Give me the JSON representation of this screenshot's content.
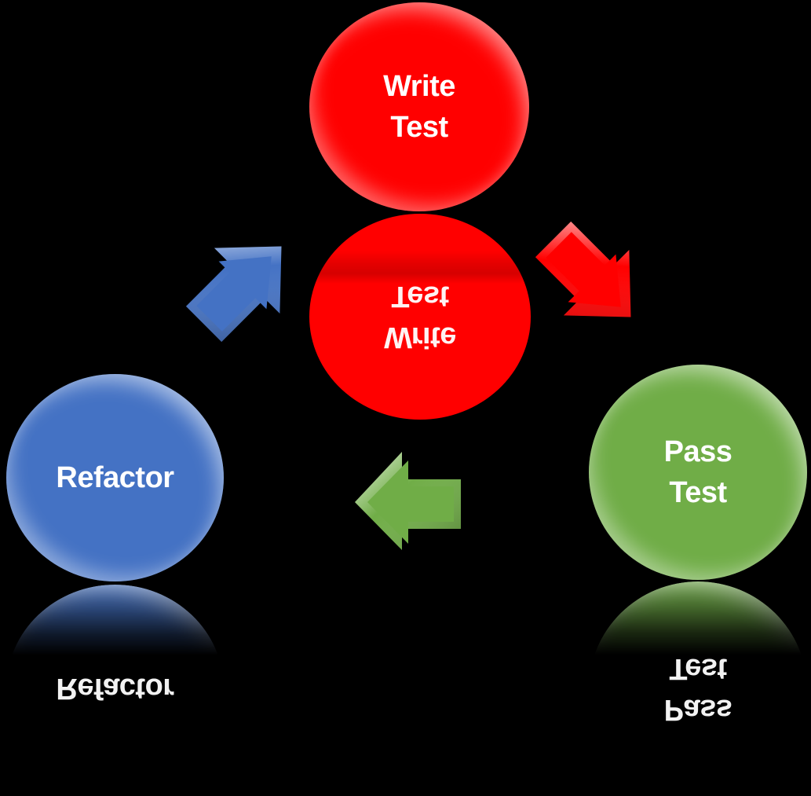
{
  "diagram": {
    "type": "cycle",
    "background_color": "#000000",
    "text_color": "#FFFFFF",
    "nodes": [
      {
        "id": "write-test",
        "lines": [
          "Write",
          "Test"
        ],
        "color": "#FF0000",
        "shape": "circle",
        "reflection": true
      },
      {
        "id": "pass-test",
        "lines": [
          "Pass",
          "Test"
        ],
        "color": "#70AD47",
        "shape": "circle",
        "reflection": true
      },
      {
        "id": "refactor",
        "lines": [
          "Refactor"
        ],
        "color": "#4472C4",
        "shape": "circle",
        "reflection": true
      }
    ],
    "arrows": [
      {
        "id": "refactor-to-write-test",
        "direction": "up-right",
        "color": "#4472C4"
      },
      {
        "id": "write-test-to-pass-test",
        "direction": "down-right",
        "color": "#FF0000"
      },
      {
        "id": "pass-test-to-refactor",
        "direction": "left",
        "color": "#70AD47"
      }
    ]
  }
}
